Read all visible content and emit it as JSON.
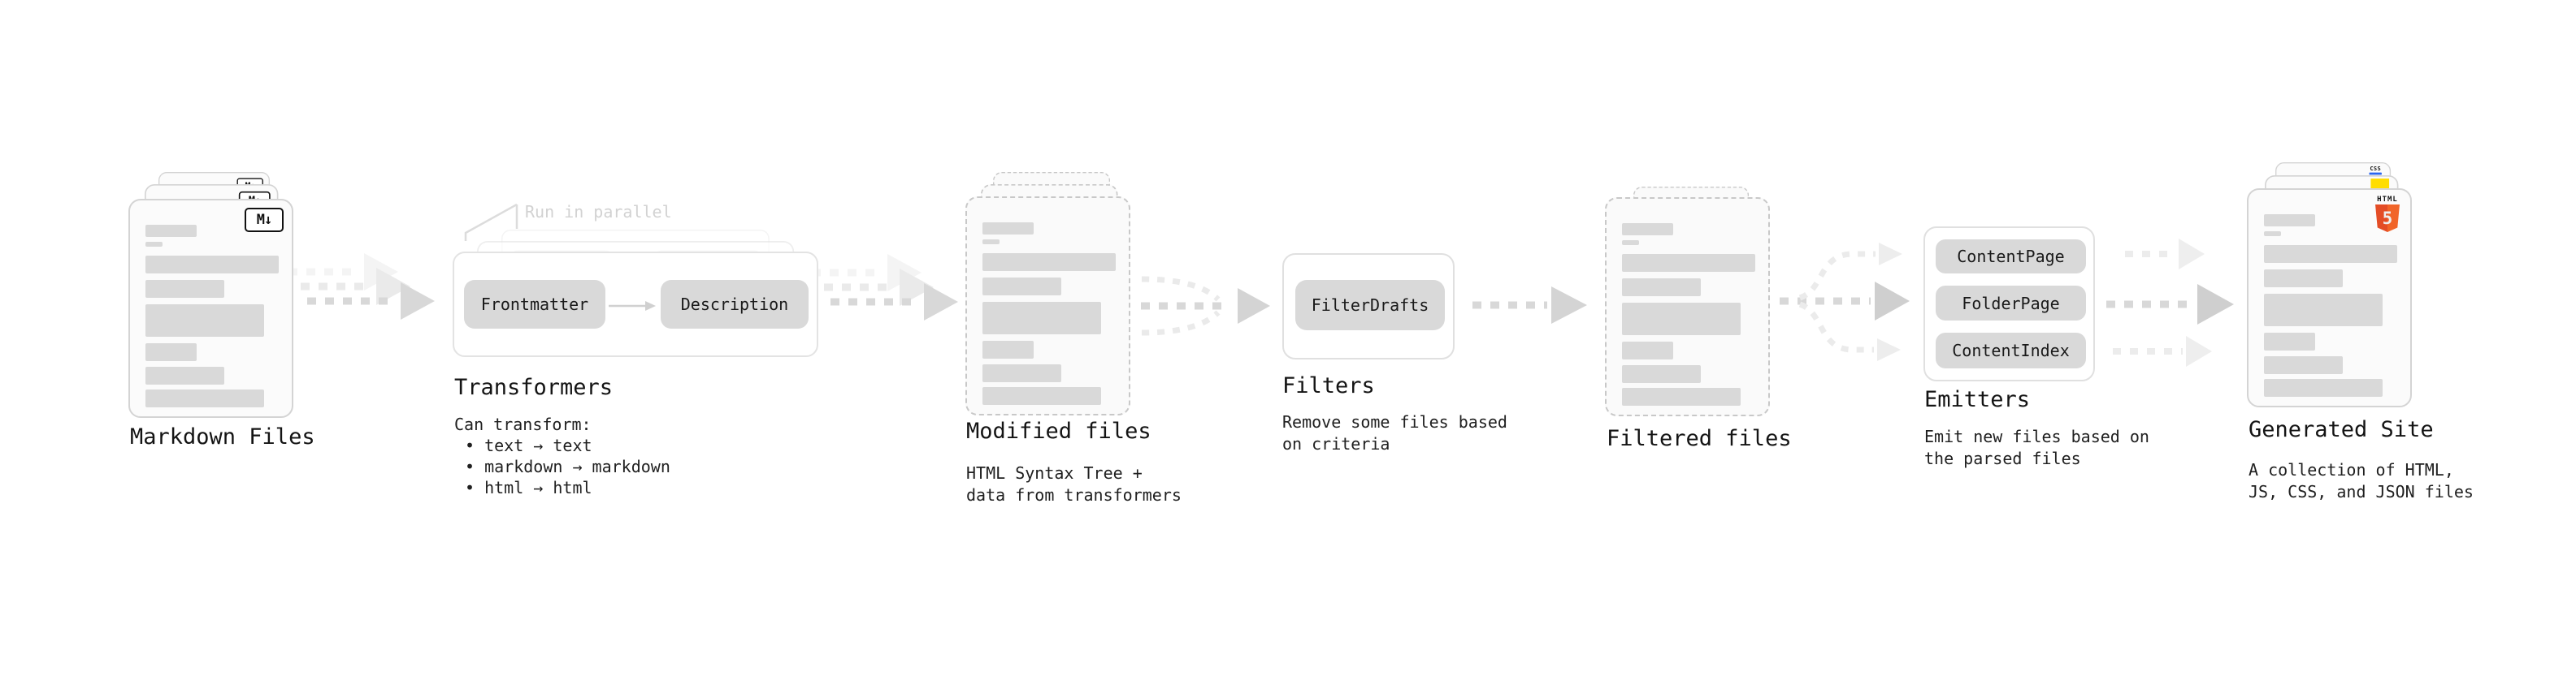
{
  "diagram": {
    "markdown_files": {
      "label": "Markdown Files",
      "badge": "M↓"
    },
    "transformers": {
      "label": "Transformers",
      "annotation": "Run in parallel",
      "input_step": "Frontmatter",
      "output_step": "Description",
      "notes": [
        "Can transform:",
        "• text → text",
        "• markdown → markdown",
        "• html → html"
      ]
    },
    "modified_files": {
      "label": "Modified files",
      "notes": [
        "HTML Syntax Tree +",
        "data from transformers"
      ]
    },
    "filters": {
      "label": "Filters",
      "items": [
        "FilterDrafts"
      ],
      "notes": [
        "Remove some files based",
        "on criteria"
      ]
    },
    "filtered_files": {
      "label": "Filtered files"
    },
    "emitters": {
      "label": "Emitters",
      "items": [
        "ContentPage",
        "FolderPage",
        "ContentIndex"
      ],
      "notes": [
        "Emit new files based on",
        "the parsed files"
      ]
    },
    "generated_site": {
      "label": "Generated Site",
      "notes": [
        "A collection of HTML,",
        "JS, CSS, and JSON files"
      ],
      "badges": {
        "html5_word": "HTML",
        "html5_digit": "5",
        "css": "CSS"
      }
    },
    "colors": {
      "html5_orange": "#e44d26",
      "js_yellow": "#ffdd00",
      "css_blue": "#2965f1",
      "chip_gray": "#d9d9d9",
      "bar_gray": "#d9d9d9",
      "annotation_gray": "#d2d2d2"
    }
  }
}
